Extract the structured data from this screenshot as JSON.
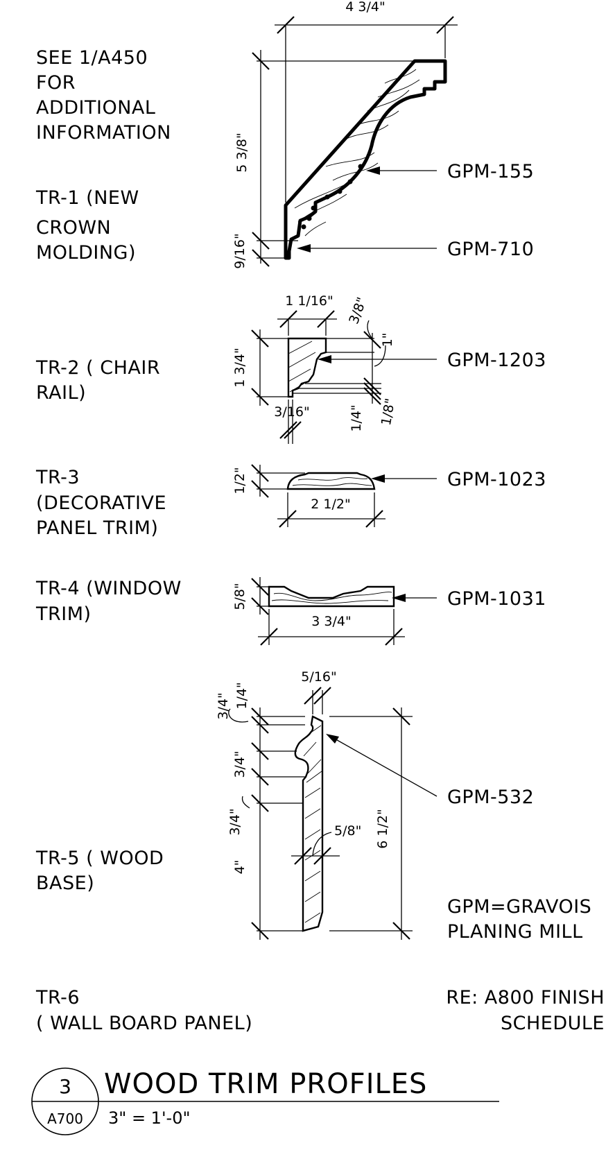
{
  "notes": {
    "see_ref": [
      "SEE 1/A450",
      "FOR",
      "ADDITIONAL",
      "INFORMATION"
    ],
    "re_schedule": [
      "RE: A800 FINISH",
      "SCHEDULE"
    ],
    "gpm_legend": [
      "GPM=GRAVOIS",
      "PLANING MILL"
    ]
  },
  "profiles": [
    {
      "label_lines": [
        "TR-1 (NEW",
        "CROWN",
        "MOLDING)"
      ],
      "callouts": [
        "GPM-155",
        "GPM-710"
      ],
      "dims": [
        "4 3/4\"",
        "5 3/8\"",
        "9/16\""
      ]
    },
    {
      "label_lines": [
        "TR-2 ( CHAIR",
        "RAIL)"
      ],
      "callouts": [
        "GPM-1203"
      ],
      "dims": [
        "1 1/16\"",
        "3/8\"",
        "1\"",
        "1 3/4\"",
        "3/16\"",
        "1/4\"",
        "1/8\""
      ]
    },
    {
      "label_lines": [
        "TR-3",
        "(DECORATIVE",
        "PANEL TRIM)"
      ],
      "callouts": [
        "GPM-1023"
      ],
      "dims": [
        "1/2\"",
        "2 1/2\""
      ]
    },
    {
      "label_lines": [
        "TR-4 (WINDOW",
        "TRIM)"
      ],
      "callouts": [
        "GPM-1031"
      ],
      "dims": [
        "5/8\"",
        "3 3/4\""
      ]
    },
    {
      "label_lines": [
        "TR-5 ( WOOD",
        "BASE)"
      ],
      "callouts": [
        "GPM-532"
      ],
      "dims": [
        "5/16\"",
        "1/4\"",
        "3/4\"",
        "3/4\"",
        "3/4\"",
        "5/8\"",
        "6 1/2\"",
        "4\""
      ]
    },
    {
      "label_lines": [
        "TR-6",
        "( WALL BOARD PANEL)"
      ],
      "callouts": [],
      "dims": []
    }
  ],
  "title_block": {
    "detail_number": "3",
    "sheet_number": "A700",
    "title": "WOOD TRIM PROFILES",
    "scale": "3\" = 1'-0\""
  }
}
